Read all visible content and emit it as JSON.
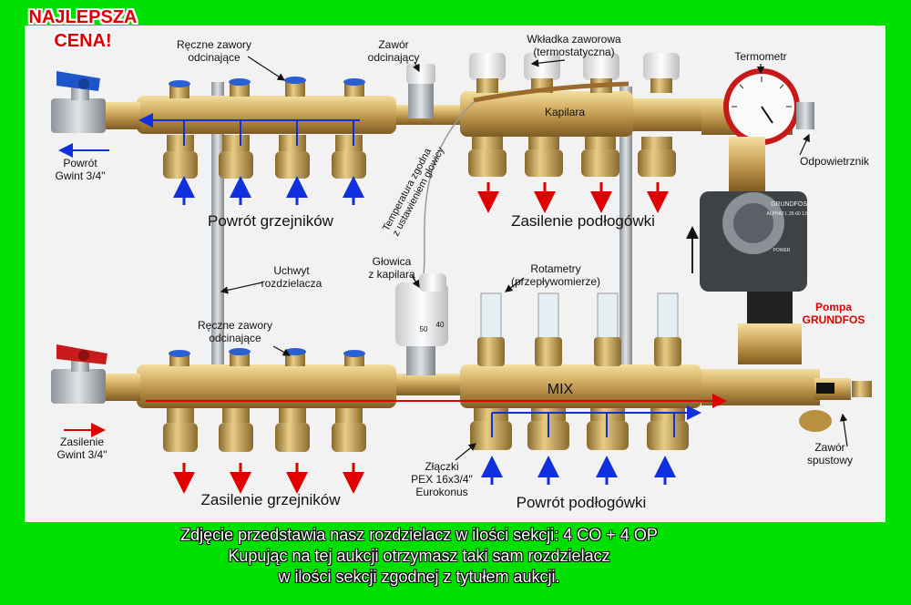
{
  "promo": {
    "line1": "NAJLEPSZA",
    "line2": "CENA!"
  },
  "labels": {
    "manual_valves_top_1": "Ręczne zawory",
    "manual_valves_top_2": "odcinające",
    "shutoff_valve_1": "Zawór",
    "shutoff_valve_2": "odcinający",
    "thermo_insert_1": "Wkładka zaworowa",
    "thermo_insert_2": "(termostatyczna)",
    "thermometer": "Termometr",
    "capillary": "Kapilara",
    "air_vent": "Odpowietrznik",
    "return_thread_1": "Powrót",
    "return_thread_2": "Gwint 3/4\"",
    "radiator_return": "Powrót grzejników",
    "temp_note_1": "Temperatura zgodna",
    "temp_note_2": "z ustawieniem głowicy",
    "floor_supply": "Zasilenie podłogówki",
    "head_capillary_1": "Głowica",
    "head_capillary_2": "z kapilarą",
    "manifold_holder_1": "Uchwyt",
    "manifold_holder_2": "rozdzielacza",
    "rotameters_1": "Rotametry",
    "rotameters_2": "(przepływomierze)",
    "pump_1": "Pompa",
    "pump_2": "GRUNDFOS",
    "manual_valves_bottom_1": "Ręczne zawory",
    "manual_valves_bottom_2": "odcinające",
    "mix": "MIX",
    "supply_thread_1": "Zasilenie",
    "supply_thread_2": "Gwint 3/4\"",
    "drain_valve_1": "Zawór",
    "drain_valve_2": "spustowy",
    "pex_1": "Złączki",
    "pex_2": "PEX 16x3/4\"",
    "pex_3": "Eurokonus",
    "radiator_supply": "Zasilenie grzejników",
    "floor_return": "Powrót podłogówki",
    "pump_brand": "GRUNDFOS",
    "pump_model": "ALPHA2 L 25-60 130",
    "pump_power": "POWER",
    "head_scale_1": "50",
    "head_scale_2": "40"
  },
  "caption": {
    "line1": "Zdjęcie przedstawia nasz rozdzielacz w ilości sekcji: 4 CO + 4 OP",
    "line2": "Kupując na tej aukcji otrzymasz taki sam rozdzielacz",
    "line3": "w ilości sekcji zgodnej z tytułem aukcji."
  },
  "colors": {
    "background": "#00e000",
    "arrow_red": "#e00000",
    "arrow_blue": "#1030e0",
    "brass": "#c9a255"
  }
}
